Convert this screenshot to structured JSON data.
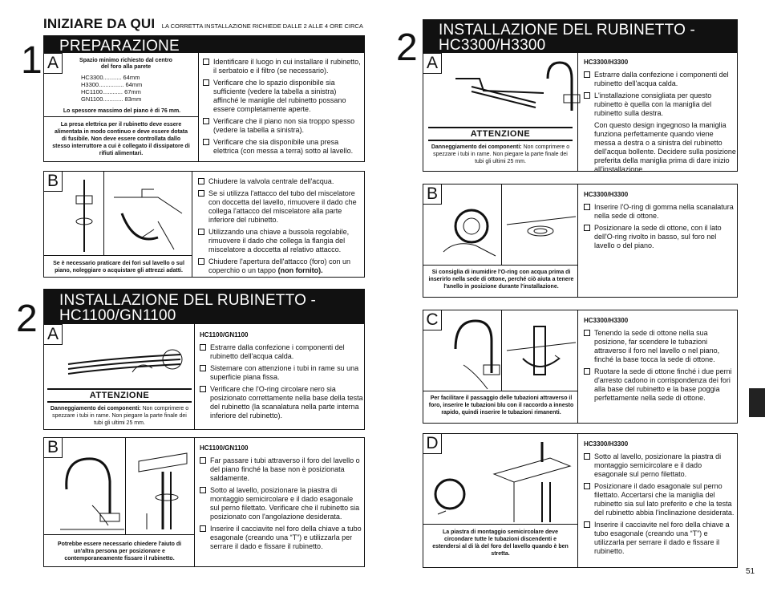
{
  "top_header": {
    "title": "INIZIARE DA QUI",
    "subtitle": "LA CORRETTA INSTALLAZIONE RICHIEDE DALLE 2 ALLE 4 ORE CIRCA"
  },
  "step1": {
    "number": "1",
    "heading": "PREPARAZIONE",
    "A": {
      "letter": "A",
      "space_title": "Spazio minimo richiesto dal centro del foro alla parete",
      "rows": [
        {
          "model": "HC3300",
          "dots": "...........",
          "value": "64mm"
        },
        {
          "model": "H3300",
          "dots": "...............",
          "value": "64mm"
        },
        {
          "model": "HC1100",
          "dots": "............",
          "value": "67mm"
        },
        {
          "model": "GN1100",
          "dots": "............",
          "value": "83mm"
        }
      ],
      "thickness_note": "Lo spessore massimo del piano è di 76 mm.",
      "outlet_note": "La presa elettrica per il rubinetto deve essere alimentata in modo continuo e deve essere dotata di fusibile. Non deve essere controllata dallo stesso interruttore a cui è collegato il dissipatore di rifiuti alimentari.",
      "items": [
        "Identificare il luogo in cui installare il rubinetto, il serbatoio e il filtro (se necessario).",
        "Verificare che lo spazio disponibile sia sufficiente (vedere la tabella a sinistra) affinché le maniglie del rubinetto possano essere completamente aperte.",
        "Verificare che il piano non sia troppo spesso (vedere la tabella a sinistra).",
        "Verificare che sia disponibile una presa elettrica (con messa a terra) sotto al lavello."
      ]
    },
    "B": {
      "letter": "B",
      "caption": "Se è necessario praticare dei fori sul lavello o sul piano, noleggiare o acquistare gli attrezzi adatti.",
      "items": [
        "Chiudere la valvola centrale dell'acqua.",
        "Se si utilizza l'attacco del tubo del miscelatore con doccetta del lavello, rimuovere il dado che collega l'attacco del miscelatore alla parte inferiore del rubinetto.",
        "Utilizzando una chiave a bussola regolabile, rimuovere il dado che collega la flangia del miscelatore a doccetta al relativo attacco."
      ],
      "last_item": "Chiudere l'apertura dell'attacco (foro) con un coperchio o un tappo",
      "last_item_bold": "(non fornito)."
    }
  },
  "step2_left": {
    "number": "2",
    "heading_line1": "INSTALLAZIONE DEL RUBINETTO -",
    "heading_line2": "HC1100/GN1100",
    "A": {
      "letter": "A",
      "model": "HC1100/GN1100",
      "attention_title": "ATTENZIONE",
      "attention_bold": "Danneggiamento dei componenti:",
      "attention_text": "Non comprimere o spezzare i tubi in rame. Non piegare la parte finale dei tubi gli ultimi 25 mm.",
      "items": [
        "Estrarre dalla confezione i componenti del rubinetto dell'acqua calda.",
        "Sistemare con attenzione i tubi in rame su una superficie piana fissa.",
        "Verificare che l'O-ring circolare nero sia posizionato correttamente nella base della testa del rubinetto (la scanalatura nella parte interna inferiore del rubinetto)."
      ]
    },
    "B": {
      "letter": "B",
      "model": "HC1100/GN1100",
      "caption": "Potrebbe essere necessario chiedere l'aiuto di un'altra persona per posizionare e contemporaneamente fissare il rubinetto.",
      "items": [
        "Far passare i tubi attraverso il foro del lavello o del piano finché la base non è posizionata saldamente.",
        "Sotto al lavello, posizionare la piastra di montaggio semicircolare e il dado esagonale sul perno filettato. Verificare che il rubinetto sia posizionato con l'angolazione desiderata.",
        "Inserire il cacciavite nel foro della chiave a tubo esagonale (creando una “T”) e utilizzarla per serrare il dado e fissare il rubinetto."
      ]
    }
  },
  "step2_right": {
    "number": "2",
    "heading_line1": "INSTALLAZIONE DEL RUBINETTO -",
    "heading_line2": "HC3300/H3300",
    "A": {
      "letter": "A",
      "model": "HC3300/H3300",
      "attention_title": "ATTENZIONE",
      "attention_bold": "Danneggiamento dei componenti:",
      "attention_text": "Non comprimere o spezzare i tubi in rame. Non piegare la parte finale dei tubi gli ultimi 25 mm.",
      "items": [
        "Estrarre dalla confezione i componenti del rubinetto dell'acqua calda.",
        "L'installazione consigliata per questo rubinetto è quella con la maniglia del rubinetto sulla destra."
      ],
      "note": "Con questo design ingegnoso la maniglia funziona perfettamente quando viene messa a destra o a sinistra del rubinetto dell'acqua bollente. Decidere sulla posizione preferita della maniglia prima di dare inizio all'installazione."
    },
    "B": {
      "letter": "B",
      "model": "HC3300/H3300",
      "caption": "Si consiglia di inumidire l'O-ring con acqua prima di inserirlo nella sede di ottone, perché ciò aiuta a tenere l'anello in posizione durante l'installazione.",
      "items": [
        "Inserire l'O-ring di gomma nella scanalatura nella sede di ottone.",
        "Posizionare la sede di ottone, con il lato dell'O-ring rivolto in basso, sul foro nel lavello o del piano."
      ]
    },
    "C": {
      "letter": "C",
      "model": "HC3300/H3300",
      "caption": "Per facilitare il passaggio delle tubazioni attraverso il foro, inserire le tubazioni blu con il raccordo a innesto rapido, quindi inserire le tubazioni rimanenti.",
      "items": [
        "Tenendo la sede di ottone nella sua posizione, far scendere le tubazioni attraverso il foro nel lavello o nel piano, finché la base tocca la sede di ottone.",
        "Ruotare la sede di ottone finché i due perni d'arresto cadono in corrispondenza dei fori alla base del rubinetto e la base poggia perfettamente nella sede di ottone."
      ]
    },
    "D": {
      "letter": "D",
      "model": "HC3300/H3300",
      "caption": "La piastra di montaggio semicircolare deve circondare tutte le tubazioni discendenti e estendersi al di là del foro del lavello quando è ben stretta.",
      "items": [
        "Sotto al lavello, posizionare la piastra di montaggio semicircolare e il dado esagonale sul perno filettato.",
        "Posizionare il dado esagonale sul perno filettato. Accertarsi che la maniglia del rubinetto sia sul lato preferito e che la testa del rubinetto abbia l'inclinazione desiderata.",
        "Inserire il cacciavite nel foro della chiave a tubo esagonale (creando una “T”) e utilizzarla per serrare il dado e fissare il rubinetto."
      ]
    }
  },
  "page_number": "51"
}
